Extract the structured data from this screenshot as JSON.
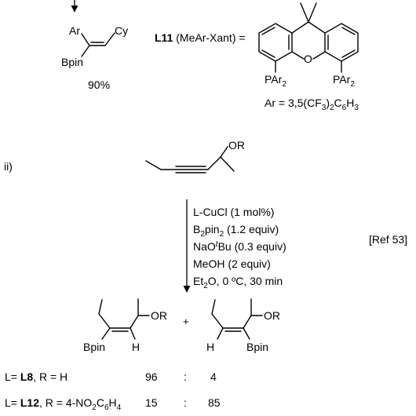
{
  "part_i": {
    "product": {
      "ar": "Ar",
      "cy": "Cy",
      "bpin": "Bpin",
      "yield": "90%"
    },
    "ligand": {
      "name": "L11",
      "name_suffix": " (MeAr-Xant) =",
      "hetero_atom": "O",
      "p_left": "PAr",
      "p_left_sub": "2",
      "p_right": "PAr",
      "p_right_sub": "2",
      "ar_def_text": "Ar = 3,5(CF",
      "ar_def_sub1": "3",
      "ar_def_mid": ")",
      "ar_def_sub2": "2",
      "ar_def_c": "C",
      "ar_def_sub3": "6",
      "ar_def_h": "H",
      "ar_def_sub4": "3"
    }
  },
  "part_ii": {
    "label": "ii)",
    "substrate_or": "OR",
    "conditions": {
      "line1": "L-CuCl (1 mol%)",
      "line2_a": "B",
      "line2_sub1": "2",
      "line2_b": "pin",
      "line2_sub2": "2",
      "line2_c": " (1.2 equiv)",
      "line3_a": "NaO",
      "line3_sup": "t",
      "line3_b": "Bu (0.3 equiv)",
      "line4": "MeOH (2 equiv)",
      "line5_a": "Et",
      "line5_sub": "2",
      "line5_b": "O,  0 ºC, 30 min"
    },
    "reference": "[Ref 53]",
    "product_a": {
      "or": "OR",
      "bpin": "Bpin",
      "h": "H"
    },
    "plus": "+",
    "product_b": {
      "or": "OR",
      "h": "H",
      "bpin": "Bpin"
    },
    "results": [
      {
        "prefix": "L= ",
        "ligand": "L8",
        "r_text": ", R = H",
        "r_sub": "",
        "r_tail": "",
        "a": "96",
        "sep": ":",
        "b": "4"
      },
      {
        "prefix": "L= ",
        "ligand": "L12",
        "r_text": ", R = 4-NO",
        "r_sub": "2",
        "r_tail": "C",
        "r_sub2": "6",
        "r_tail2": "H",
        "r_sub3": "4",
        "a": "15",
        "sep": ":",
        "b": "85"
      }
    ]
  }
}
